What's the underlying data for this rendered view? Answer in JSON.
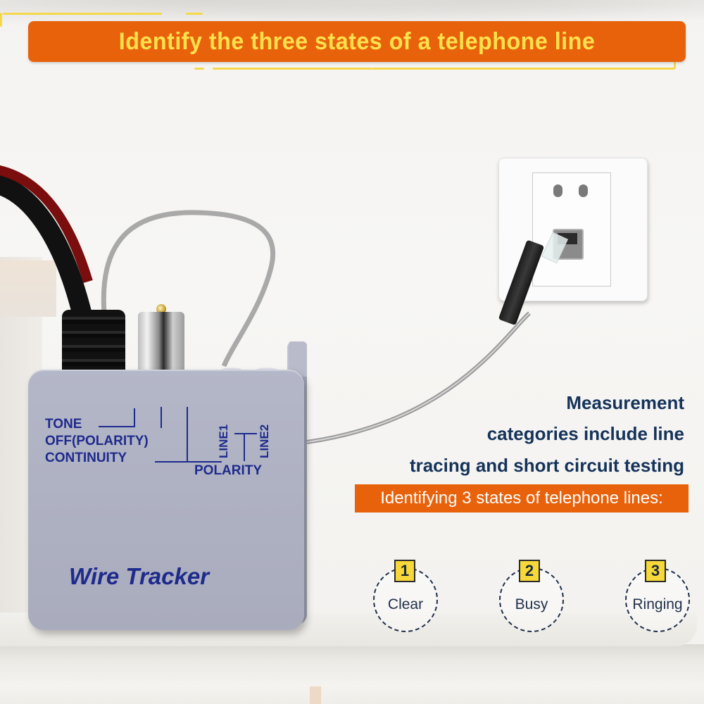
{
  "header": {
    "title": "Identify the three states of a telephone line",
    "colors": {
      "banner_bg": "#e8620c",
      "banner_text": "#ffe14d",
      "accent_line": "#f5d84a"
    }
  },
  "device": {
    "switch_labels": {
      "tone": "TONE",
      "off_polarity": "OFF(POLARITY)",
      "continuity": "CONTINUITY",
      "line1": "LINE1",
      "line2": "LINE2",
      "polarity": "POLARITY"
    },
    "brand": "Wire Tracker",
    "label_color": "#1e2a8c"
  },
  "features": {
    "lines": [
      "Measurement",
      "categories include line",
      "tracing and short circuit testing"
    ],
    "text_color": "#15335a"
  },
  "states": {
    "banner": "Identifying 3 states of telephone lines:",
    "items": [
      {
        "number": "1",
        "label": "Clear"
      },
      {
        "number": "2",
        "label": "Busy"
      },
      {
        "number": "3",
        "label": "Ringing"
      }
    ]
  },
  "icons": [
    "wall-socket-icon",
    "rj45-plug-icon",
    "test-lead-cable-icon"
  ]
}
